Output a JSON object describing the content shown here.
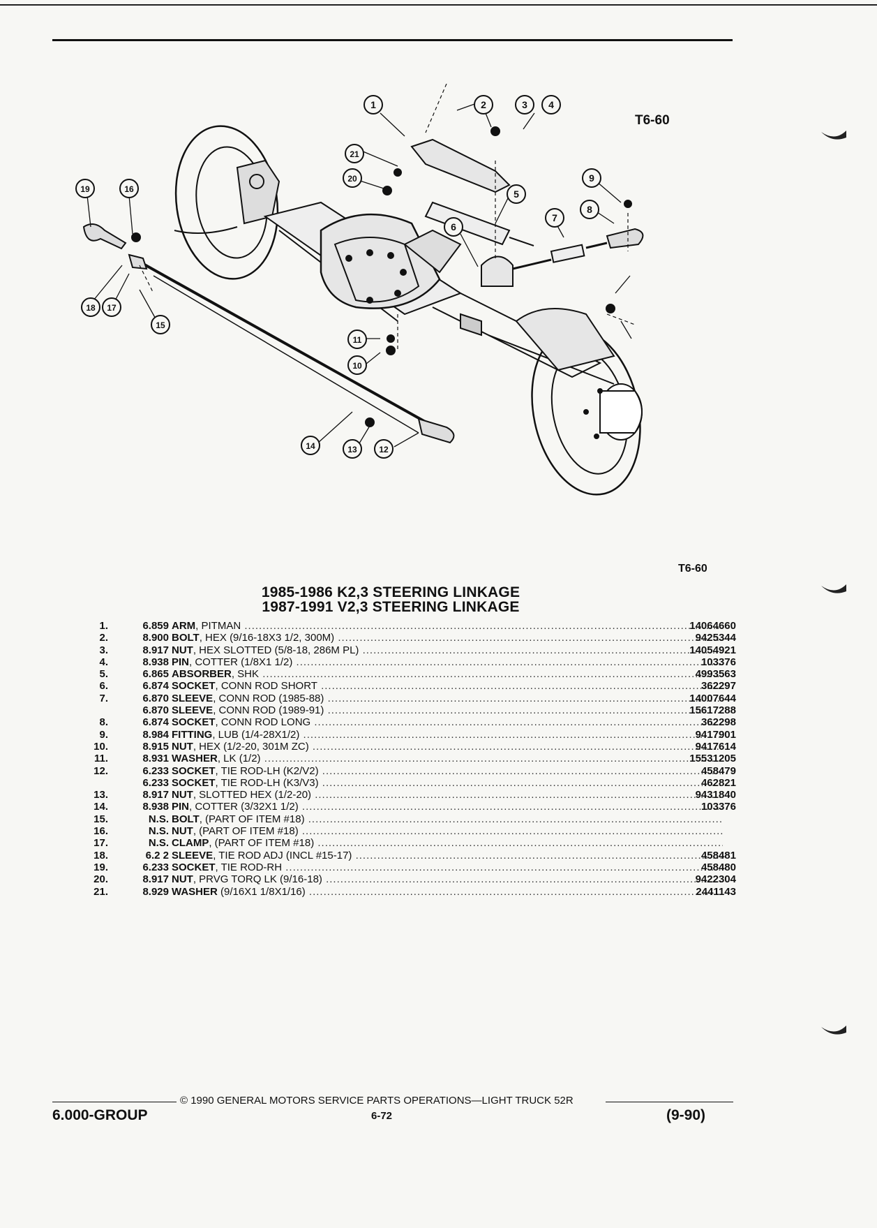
{
  "figure_code": "T6-60",
  "titles": [
    "1985-1986 K2,3 STEERING LINKAGE",
    "1987-1991 V2,3 STEERING LINKAGE"
  ],
  "callouts": [
    "1",
    "2",
    "3",
    "4",
    "5",
    "6",
    "7",
    "8",
    "9",
    "10",
    "11",
    "12",
    "13",
    "14",
    "15",
    "16",
    "17",
    "18",
    "19",
    "20",
    "21"
  ],
  "parts": [
    {
      "num": "1.",
      "group": "6.859",
      "name": "ARM",
      "desc": ", PITMAN",
      "part": "14064660"
    },
    {
      "num": "2.",
      "group": "8.900",
      "name": "BOLT",
      "desc": ", HEX (9/16-18X3 1/2, 300M)",
      "part": "9425344"
    },
    {
      "num": "3.",
      "group": "8.917",
      "name": "NUT",
      "desc": ", HEX SLOTTED (5/8-18, 286M PL)",
      "part": "14054921"
    },
    {
      "num": "4.",
      "group": "8.938",
      "name": "PIN",
      "desc": ", COTTER (1/8X1 1/2)",
      "part": "103376"
    },
    {
      "num": "5.",
      "group": "6.865",
      "name": "ABSORBER",
      "desc": ", SHK",
      "part": "4993563"
    },
    {
      "num": "6.",
      "group": "6.874",
      "name": "SOCKET",
      "desc": ", CONN ROD SHORT",
      "part": "362297"
    },
    {
      "num": "7.",
      "group": "6.870",
      "name": "SLEEVE",
      "desc": ", CONN ROD (1985-88)",
      "part": "14007644"
    },
    {
      "num": "",
      "group": "6.870",
      "name": "SLEEVE",
      "desc": ", CONN ROD (1989-91)",
      "part": "15617288"
    },
    {
      "num": "8.",
      "group": "6.874",
      "name": "SOCKET",
      "desc": ", CONN ROD LONG",
      "part": "362298"
    },
    {
      "num": "9.",
      "group": "8.984",
      "name": "FITTING",
      "desc": ", LUB (1/4-28X1/2)",
      "part": "9417901"
    },
    {
      "num": "10.",
      "group": "8.915",
      "name": "NUT",
      "desc": ", HEX (1/2-20, 301M ZC)",
      "part": "9417614"
    },
    {
      "num": "11.",
      "group": "8.931",
      "name": "WASHER",
      "desc": ", LK (1/2)",
      "part": "15531205"
    },
    {
      "num": "12.",
      "group": "6.233",
      "name": "SOCKET",
      "desc": ", TIE ROD-LH (K2/V2)",
      "part": "458479"
    },
    {
      "num": "",
      "group": "6.233",
      "name": "SOCKET",
      "desc": ", TIE ROD-LH (K3/V3)",
      "part": "462821"
    },
    {
      "num": "13.",
      "group": "8.917",
      "name": "NUT",
      "desc": ", SLOTTED HEX (1/2-20)",
      "part": "9431840"
    },
    {
      "num": "14.",
      "group": "8.938",
      "name": "PIN",
      "desc": ", COTTER (3/32X1 1/2)",
      "part": "103376"
    },
    {
      "num": "15.",
      "group": "N.S.",
      "name": "BOLT",
      "desc": ", (PART OF ITEM #18)",
      "part": ""
    },
    {
      "num": "16.",
      "group": "N.S.",
      "name": "NUT",
      "desc": ", (PART OF ITEM #18)",
      "part": ""
    },
    {
      "num": "17.",
      "group": "N.S.",
      "name": "CLAMP",
      "desc": ", (PART OF ITEM #18)",
      "part": ""
    },
    {
      "num": "18.",
      "group": "6.2 2",
      "name": "SLEEVE",
      "desc": ", TIE ROD ADJ (INCL #15-17)",
      "part": "458481"
    },
    {
      "num": "19.",
      "group": "6.233",
      "name": "SOCKET",
      "desc": ", TIE ROD-RH",
      "part": "458480"
    },
    {
      "num": "20.",
      "group": "8.917",
      "name": "NUT",
      "desc": ", PRVG TORQ LK (9/16-18)",
      "part": "9422304"
    },
    {
      "num": "21.",
      "group": "8.929",
      "name": "WASHER",
      "desc": " (9/16X1 1/8X1/16)",
      "part": "2441143"
    }
  ],
  "footer": {
    "copyright": "© 1990 GENERAL MOTORS SERVICE PARTS OPERATIONS—LIGHT TRUCK 52R",
    "group": "6.000-GROUP",
    "page": "6-72",
    "date": "(9-90)"
  }
}
